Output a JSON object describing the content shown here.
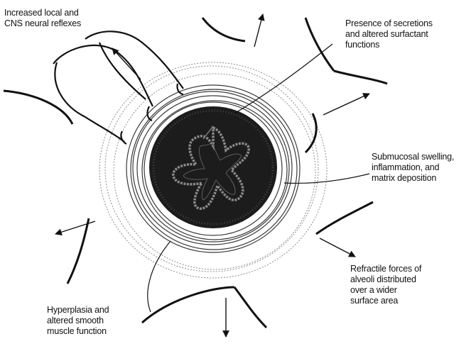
{
  "labels": {
    "neural_reflexes": [
      "Increased local and",
      "CNS neural reflexes"
    ],
    "secretions": [
      "Presence of secretions",
      "and altered surfactant",
      "functions"
    ],
    "submucosal": [
      "Submucosal swelling,",
      "inflammation, and",
      "matrix deposition"
    ],
    "refractile": [
      "Refractile forces of",
      "alveoli distributed",
      "over a wider",
      "surface area"
    ],
    "hyperplasia": [
      "Hyperplasia and",
      "altered smooth",
      "muscle function"
    ]
  },
  "colors": {
    "ink": "#111111",
    "lumen_dark": "#1c1c1c",
    "mucosa_fold": "#8a8a8a",
    "muscle_ring": "#3a3a3a",
    "outer_tissue": "#9a9a9a"
  }
}
